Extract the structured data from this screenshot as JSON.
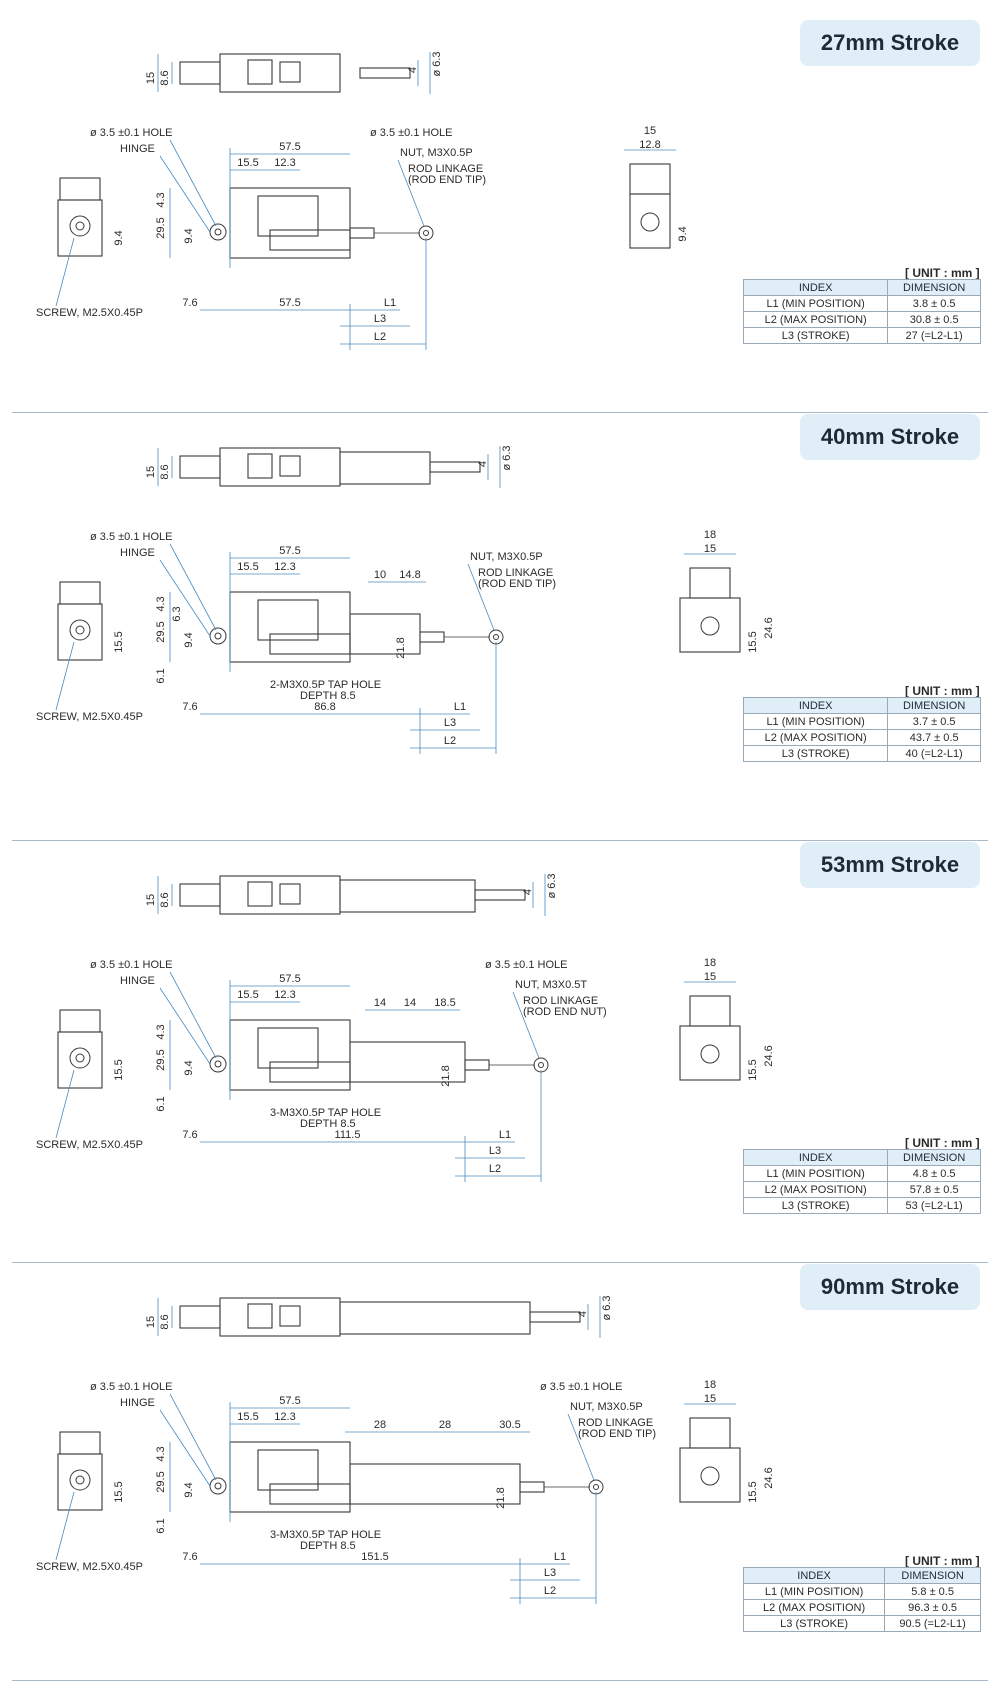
{
  "sections": [
    {
      "title": "27mm Stroke",
      "labels": {
        "top_15": "15",
        "top_86": "8.6",
        "top_4": "4",
        "top_63": "ø 6.3",
        "hole_left": "ø 3.5  ±0.1  HOLE",
        "hinge": "HINGE",
        "d575": "57.5",
        "d155": "15.5",
        "d123": "12.3",
        "hole_right": "ø 3.5  ±0.1  HOLE",
        "nut": "NUT, M3X0.5P",
        "rod1": "ROD LINKAGE",
        "rod2": "(ROD END TIP)",
        "v43": "4.3",
        "v295": "29.5",
        "v94a": "9.4",
        "v94b": "9.4",
        "screw": "SCREW, M2.5X0.45P",
        "b76": "7.6",
        "b575": "57.5",
        "L1": "L1",
        "L3": "L3",
        "L2": "L2",
        "r15": "15",
        "r128": "12.8",
        "r94": "9.4"
      },
      "unit": "[ UNIT : mm ]",
      "table": {
        "headers": [
          "INDEX",
          "DIMENSION"
        ],
        "rows": [
          [
            "L1 (MIN POSITION)",
            "3.8 ± 0.5"
          ],
          [
            "L2 (MAX POSITION)",
            "30.8 ± 0.5"
          ],
          [
            "L3 (STROKE)",
            "27 (=L2-L1)"
          ]
        ]
      }
    },
    {
      "title": "40mm Stroke",
      "labels": {
        "top_15": "15",
        "top_86": "8.6",
        "top_4": "4",
        "top_63": "ø 6.3",
        "hole_left": "ø 3.5  ±0.1 HOLE",
        "hinge": "HINGE",
        "d575": "57.5",
        "d155": "15.5",
        "d123": "12.3",
        "d10": "10",
        "d148": "14.8",
        "nut": "NUT, M3X0.5P",
        "rod1": "ROD LINKAGE",
        "rod2": "(ROD END TIP)",
        "v43": "4.3",
        "v63": "6.3",
        "v295": "29.5",
        "v94": "9.4",
        "v61": "6.1",
        "v218": "21.8",
        "v155": "15.5",
        "tap1": "2-M3X0.5P TAP HOLE",
        "tap2": "DEPTH 8.5",
        "screw": "SCREW, M2.5X0.45P",
        "b76": "7.6",
        "b868": "86.8",
        "L1": "L1",
        "L3": "L3",
        "L2": "L2",
        "r18": "18",
        "r15": "15",
        "r155": "15.5",
        "r246": "24.6"
      },
      "unit": "[ UNIT : mm ]",
      "table": {
        "headers": [
          "INDEX",
          "DIMENSION"
        ],
        "rows": [
          [
            "L1 (MIN POSITION)",
            "3.7 ± 0.5"
          ],
          [
            "L2 (MAX POSITION)",
            "43.7 ± 0.5"
          ],
          [
            "L3 (STROKE)",
            "40 (=L2-L1)"
          ]
        ]
      }
    },
    {
      "title": "53mm Stroke",
      "labels": {
        "top_15": "15",
        "top_86": "8.6",
        "top_4": "4",
        "top_63": "ø 6.3",
        "hole_left": "ø 3.5  ±0.1 HOLE",
        "hinge": "HINGE",
        "d575": "57.5",
        "d155": "15.5",
        "d123": "12.3",
        "d14a": "14",
        "d14b": "14",
        "d185": "18.5",
        "hole_right": "ø 3.5  ±0.1 HOLE",
        "nut": "NUT, M3X0.5T",
        "rod1": "ROD LINKAGE",
        "rod2": "(ROD END NUT)",
        "v43": "4.3",
        "v295": "29.5",
        "v94": "9.4",
        "v61": "6.1",
        "v218": "21.8",
        "v155": "15.5",
        "tap1": "3-M3X0.5P  TAP HOLE",
        "tap2": "DEPTH 8.5",
        "screw": "SCREW, M2.5X0.45P",
        "b76": "7.6",
        "b1115": "111.5",
        "L1": "L1",
        "L3": "L3",
        "L2": "L2",
        "r18": "18",
        "r15": "15",
        "r155": "15.5",
        "r246": "24.6"
      },
      "unit": "[ UNIT : mm ]",
      "table": {
        "headers": [
          "INDEX",
          "DIMENSION"
        ],
        "rows": [
          [
            "L1 (MIN POSITION)",
            "4.8 ± 0.5"
          ],
          [
            "L2 (MAX POSITION)",
            "57.8 ± 0.5"
          ],
          [
            "L3 (STROKE)",
            "53 (=L2-L1)"
          ]
        ]
      }
    },
    {
      "title": "90mm Stroke",
      "labels": {
        "top_15": "15",
        "top_86": "8.6",
        "top_4": "4",
        "top_63": "ø 6.3",
        "hole_left": "ø 3.5  ±0.1 HOLE",
        "hinge": "HINGE",
        "d575": "57.5",
        "d155": "15.5",
        "d123": "12.3",
        "d28a": "28",
        "d28b": "28",
        "d305": "30.5",
        "hole_right": "ø 3.5  ±0.1 HOLE",
        "nut": "NUT, M3X0.5P",
        "rod1": "ROD LINKAGE",
        "rod2": "(ROD END TIP)",
        "v43": "4.3",
        "v295": "29.5",
        "v94": "9.4",
        "v61": "6.1",
        "v218": "21.8",
        "v155": "15.5",
        "tap1": "3-M3X0.5P TAP HOLE",
        "tap2": "DEPTH  8.5",
        "screw": "SCREW, M2.5X0.45P",
        "b76": "7.6",
        "b1515": "151.5",
        "L1": "L1",
        "L3": "L3",
        "L2": "L2",
        "r18": "18",
        "r15": "15",
        "r155": "15.5",
        "r246": "24.6"
      },
      "unit": "[ UNIT : mm ]",
      "table": {
        "headers": [
          "INDEX",
          "DIMENSION"
        ],
        "rows": [
          [
            "L1 (MIN POSITION)",
            "5.8 ± 0.5"
          ],
          [
            "L2 (MAX POSITION)",
            "96.3 ± 0.5"
          ],
          [
            "L3 (STROKE)",
            "90.5 (=L2-L1)"
          ]
        ]
      }
    }
  ],
  "colors": {
    "line": "#3a3a3a",
    "dim": "#4a8bbf",
    "badge": "#dfeef7",
    "table_header": "#dfeef7"
  }
}
